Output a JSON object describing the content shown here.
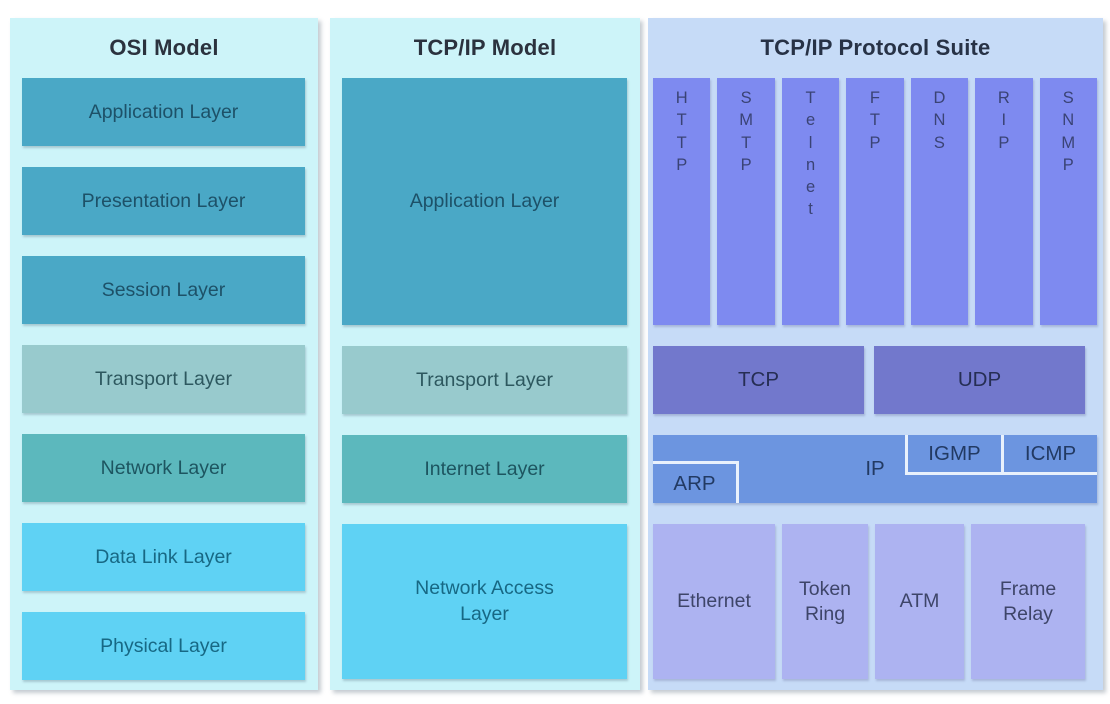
{
  "osi": {
    "title": "OSI Model",
    "layers": [
      {
        "label": "Application Layer"
      },
      {
        "label": "Presentation Layer"
      },
      {
        "label": "Session Layer"
      },
      {
        "label": "Transport Layer"
      },
      {
        "label": "Network Layer"
      },
      {
        "label": "Data Link Layer"
      },
      {
        "label": "Physical Layer"
      }
    ]
  },
  "tcpip_model": {
    "title": "TCP/IP Model",
    "layers": [
      {
        "label": "Application Layer"
      },
      {
        "label": "Transport Layer"
      },
      {
        "label": "Internet Layer"
      },
      {
        "label": "Network Access Layer"
      }
    ]
  },
  "suite": {
    "title": "TCP/IP Protocol Suite",
    "application_protocols": [
      "HTTP",
      "SMTP",
      "Telnet",
      "FTP",
      "DNS",
      "RIP",
      "SNMP"
    ],
    "transport_protocols": [
      "TCP",
      "UDP"
    ],
    "internet": {
      "main": "IP",
      "left_sub": "ARP",
      "right_subs": [
        "IGMP",
        "ICMP"
      ]
    },
    "network_access": [
      "Ethernet",
      "Token Ring",
      "ATM",
      "Frame Relay"
    ]
  },
  "colors": {
    "cyan_panel_bg": "#cdf4f9",
    "blue_panel_bg": "#c6dbf7",
    "teal_box": "#4aa8c6",
    "gray_teal_box": "#98cacd",
    "sea_teal_box": "#5cb8bd",
    "bright_cyan_box": "#5fd2f4",
    "purple_protocol_box": "#7e8af0",
    "indigo_transport_box": "#7278cc",
    "blue_ip_band": "#6c95e0",
    "lavender_link_box": "#adb3f1",
    "header_text": "#2b323e",
    "white_border": "#e9f1fc"
  }
}
